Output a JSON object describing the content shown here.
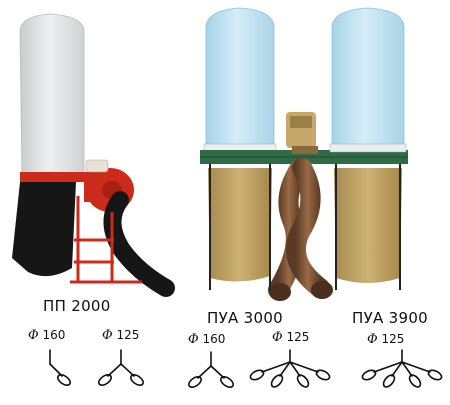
{
  "models": [
    {
      "name": "ПП 2000",
      "connections": [
        {
          "symbol": "Φ",
          "diameter": "160",
          "outlets": 1
        },
        {
          "symbol": "Φ",
          "diameter": "125",
          "outlets": 2
        }
      ]
    },
    {
      "name": "ПУА 3000",
      "connections": [
        {
          "symbol": "Φ",
          "diameter": "160",
          "outlets": 2
        },
        {
          "symbol": "Φ",
          "diameter": "125",
          "outlets": 4
        }
      ]
    },
    {
      "name": "ПУА 3900",
      "connections": [
        {
          "symbol": "Φ",
          "diameter": "125",
          "outlets": 4
        }
      ]
    }
  ],
  "colors": {
    "bag_white": "#e6e8ea",
    "bag_blue": "#b9def0",
    "frame_red": "#cc2a1a",
    "frame_green": "#2f6b45",
    "fabric_khaki": "#c2a464",
    "hose_brown": "#7a5034",
    "hose_black": "#161616"
  }
}
